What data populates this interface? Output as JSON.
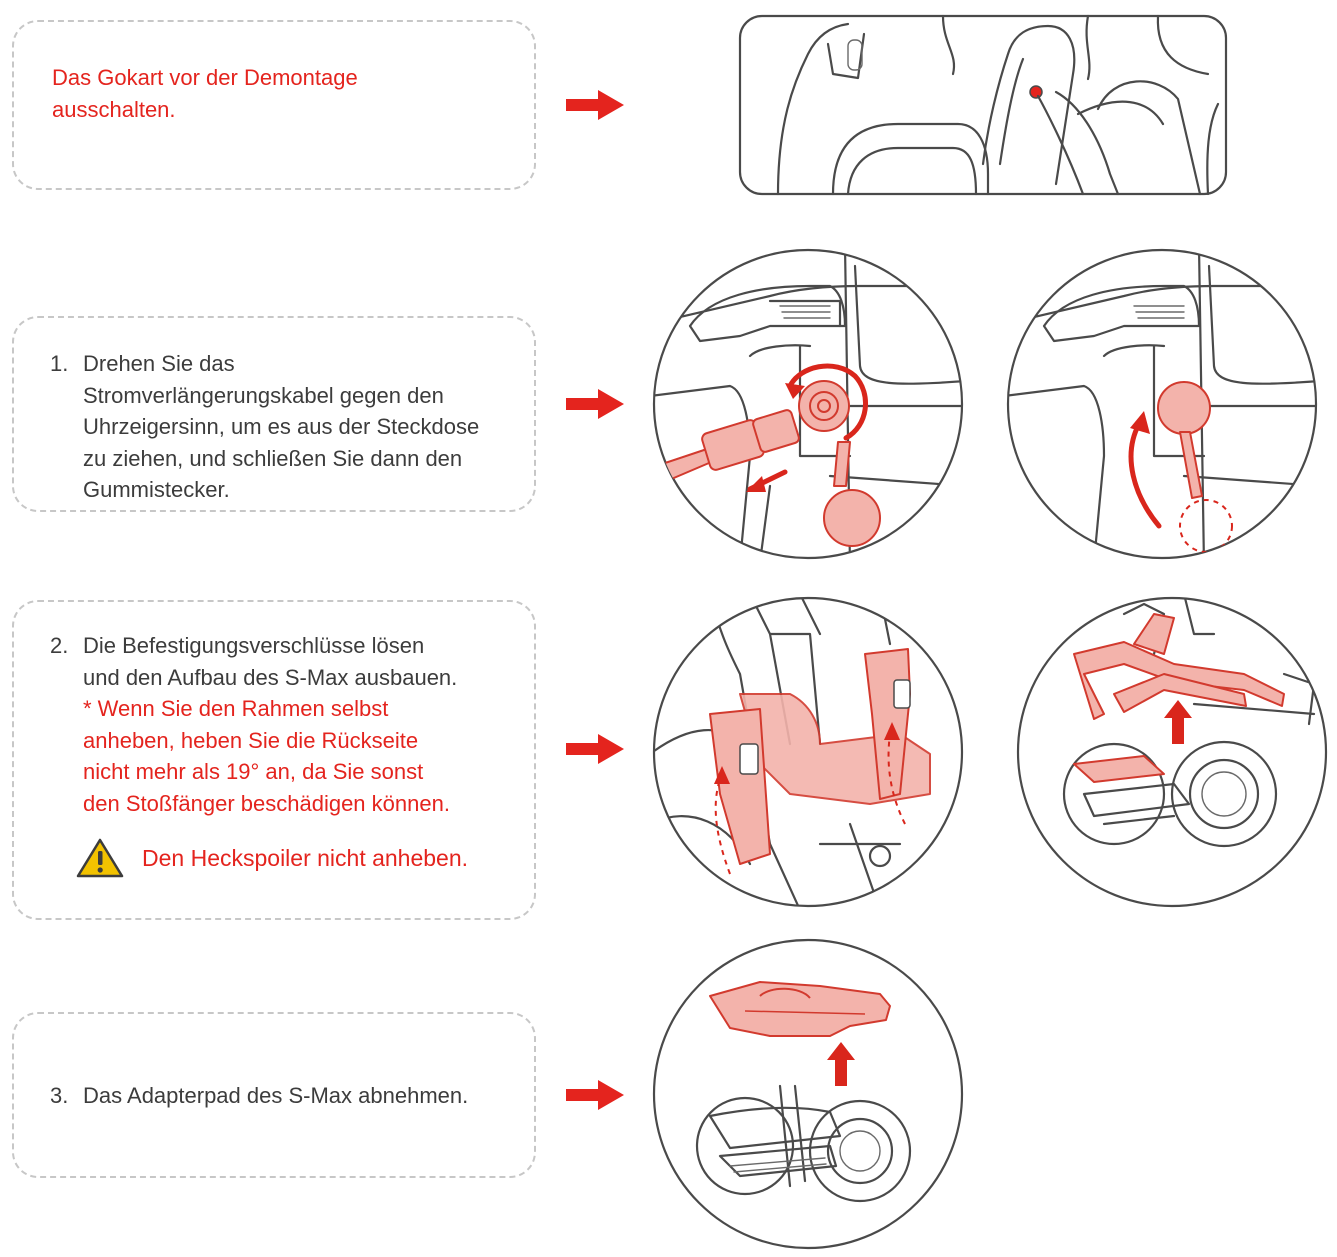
{
  "colors": {
    "accent_red": "#e4241e",
    "body_text": "#3c3c3c",
    "dash_border": "#c7c7c7",
    "warning_yellow": "#f2c200"
  },
  "steps": [
    {
      "id": "intro",
      "lines": [
        "Das Gokart vor der Demontage",
        "ausschalten."
      ]
    },
    {
      "id": "step1",
      "number": "1.",
      "lines": [
        "Drehen Sie das",
        "Stromverlängerungskabel gegen den",
        "Uhrzeigersinn, um es aus der Steckdose",
        "zu ziehen, und schließen Sie dann den",
        "Gummistecker."
      ]
    },
    {
      "id": "step2",
      "number": "2.",
      "lines": [
        "Die Befestigungsverschlüsse lösen",
        "und den Aufbau des S-Max ausbauen."
      ],
      "note_lines": [
        "* Wenn Sie den Rahmen selbst",
        "anheben, heben Sie die Rückseite",
        "nicht mehr als 19° an, da Sie sonst",
        "den Stoßfänger beschädigen können."
      ],
      "warning": {
        "icon": "warning-triangle-icon",
        "text": "Den Heckspoiler nicht anheben."
      }
    },
    {
      "id": "step3",
      "number": "3.",
      "lines": [
        "Das Adapterpad des S-Max abnehmen."
      ]
    }
  ],
  "icons": [
    "arrow-right-icon",
    "warning-triangle-icon"
  ]
}
